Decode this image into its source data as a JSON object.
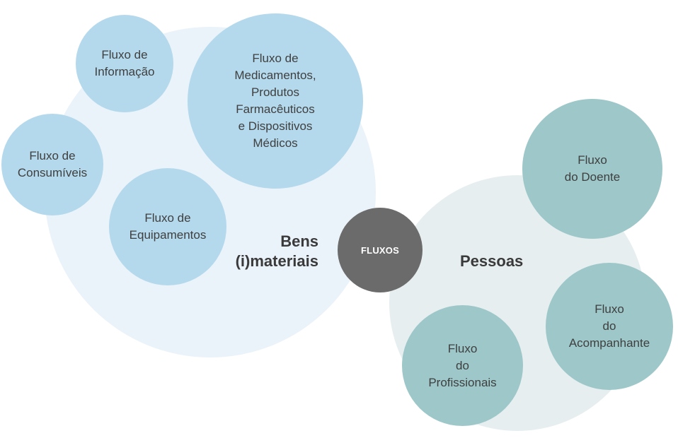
{
  "center": {
    "label": "FLUXOS"
  },
  "groups": {
    "goods": {
      "label": "Bens\n(i)materiais",
      "items": [
        {
          "label": "Fluxo de\nInformação"
        },
        {
          "label": "Fluxo de\nMedicamentos,\nProdutos\nFarmacêuticos\ne Dispositivos\nMédicos"
        },
        {
          "label": "Fluxo de\nConsumíveis"
        },
        {
          "label": "Fluxo de\nEquipamentos"
        }
      ]
    },
    "people": {
      "label": "Pessoas",
      "items": [
        {
          "label": "Fluxo\ndo Doente"
        },
        {
          "label": "Fluxo\ndo\nAcompanhante"
        },
        {
          "label": "Fluxo\ndo\nProfissionais"
        }
      ]
    }
  },
  "colors": {
    "goods_background": "#eaf3f9",
    "people_background": "#e6eef0",
    "goods_node": "#b4d9ec",
    "people_node": "#9dc7c8",
    "center_node": "#6b6b6b"
  }
}
